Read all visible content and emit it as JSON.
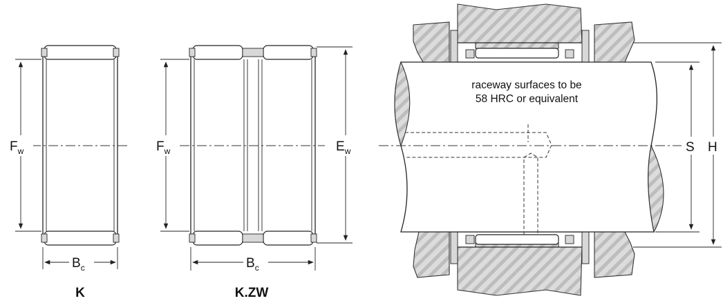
{
  "figure": {
    "k": {
      "title": "K",
      "dims": {
        "fw": {
          "main": "F",
          "sub": "w"
        },
        "bc": {
          "main": "B",
          "sub": "c"
        }
      }
    },
    "kzw": {
      "title": "K.ZW",
      "dims": {
        "fw": {
          "main": "F",
          "sub": "w"
        },
        "ew": {
          "main": "E",
          "sub": "w"
        },
        "bc": {
          "main": "B",
          "sub": "c"
        }
      }
    },
    "mounting": {
      "note_line1": "raceway surfaces to be",
      "note_line2": "58 HRC or equivalent",
      "dims": {
        "s": "S",
        "h": "H"
      }
    }
  }
}
